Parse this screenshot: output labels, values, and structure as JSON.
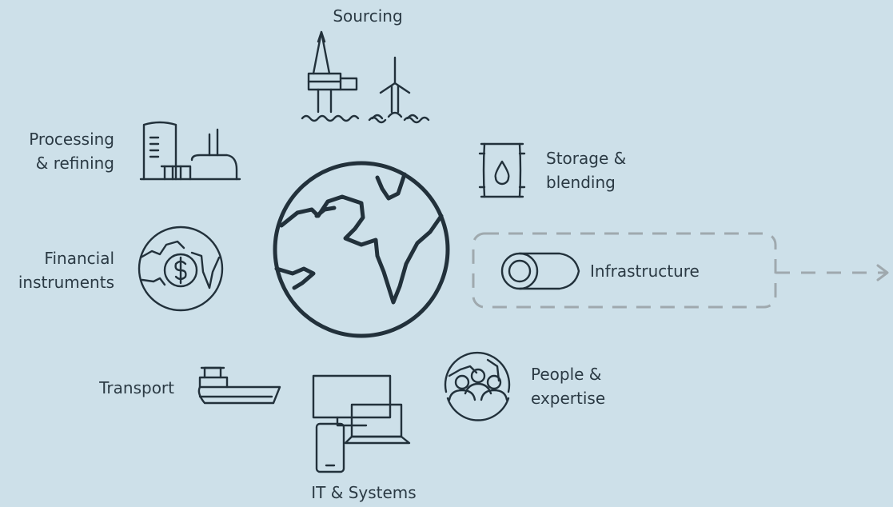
{
  "labels": {
    "sourcing": "Sourcing",
    "processing": "Processing\n& refining",
    "storage": "Storage &\nblending",
    "financial": "Financial\ninstruments",
    "infrastructure": "Infrastructure",
    "transport": "Transport",
    "people": "People &\nexpertise",
    "it_systems": "IT & Systems"
  },
  "icons": [
    "oil-rig-icon",
    "wind-turbine-icon",
    "refinery-icon",
    "oil-barrel-icon",
    "globe-icon",
    "finance-globe-icon",
    "pipe-icon",
    "ship-icon",
    "devices-icon",
    "people-globe-icon",
    "arrow-right-icon"
  ],
  "colors": {
    "background": "#cde0e9",
    "ink": "#22313b",
    "dashed": "#9fa9ae"
  }
}
